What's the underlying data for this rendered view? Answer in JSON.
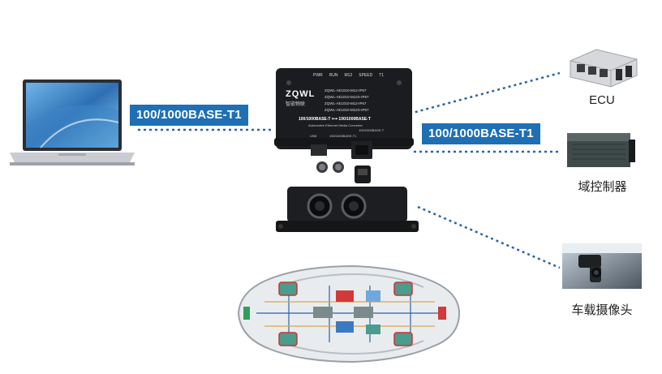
{
  "link_labels": {
    "left": "100/1000BASE-T1",
    "right": "100/1000BASE-T1"
  },
  "devices": {
    "ecu": "ECU",
    "domain_controller": "域控制器",
    "dash_camera": "车载摄像头"
  },
  "converter": {
    "brand": "ZQWL",
    "brand_sub": "智嵌物联",
    "led_labels": [
      "PWR",
      "RUN",
      "M12",
      "SPEED",
      "T1"
    ],
    "model_lines": [
      "ZQWL-AE1010-M12-IP67",
      "ZQWL-AE1010-M12X-IP67",
      "ZQWL-AE1010-M12-IP67",
      "ZQWL-AE1010-M12X-IP67"
    ],
    "spec_line": "100/1000BASE-T ⟷ 100/1000BASE-T",
    "spec_sub": "Automotive Ethernet Media Converter",
    "port_label_usb": "USB",
    "port_label_eth": "100/1000BASE-T1",
    "port_label_rj": "100/1000BASE-T"
  },
  "colors": {
    "badge_bg": "#1f6fb5",
    "link_dot": "#2a63a8",
    "device_body": "#1b1c1f"
  }
}
